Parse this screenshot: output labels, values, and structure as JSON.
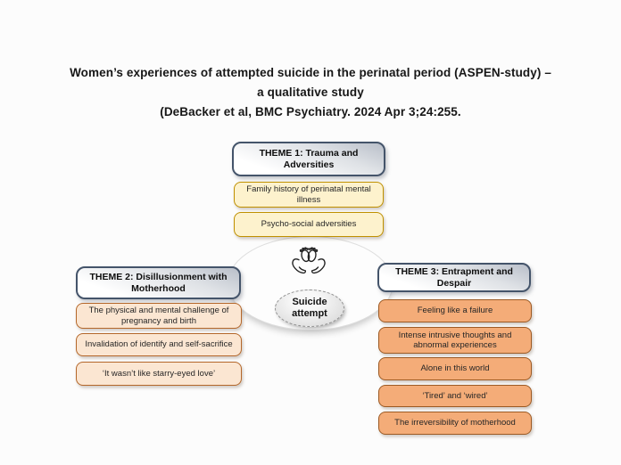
{
  "title": {
    "line1": "Women’s experiences of attempted suicide in the perinatal period (ASPEN-study) –",
    "line2": "a qualitative study",
    "line3": "(DeBacker et al, BMC Psychiatry. 2024 Apr 3;24:255."
  },
  "diagram": {
    "center": {
      "icon": "hands-holding-baby-feet-icon",
      "label_line1": "Suicide",
      "label_line2": "attempt"
    },
    "themes": [
      {
        "header": "THEME 1: Trauma and Adversities",
        "position": "top",
        "subthemes": [
          "Family history of perinatal mental illness",
          "Psycho-social adversities"
        ]
      },
      {
        "header": "THEME 2: Disillusionment with Motherhood",
        "position": "left",
        "subthemes": [
          "The physical and mental challenge of pregnancy and birth",
          "Invalidation of identify and self-sacrifice",
          "‘It wasn’t like starry-eyed love’"
        ]
      },
      {
        "header": "THEME 3: Entrapment and Despair",
        "position": "right",
        "subthemes": [
          "Feeling like a failure",
          "Intense intrusive thoughts and abnormal experiences",
          "Alone in this world",
          "‘Tired’ and ‘wired’",
          "The irreversibility of motherhood"
        ]
      }
    ],
    "colors": {
      "header_border": "#44546A",
      "header_fill_top": "#B9BFC9",
      "yellow_fill": "#FDF2CD",
      "yellow_border": "#BF9000",
      "peach_fill": "#FBE6D2",
      "peach_border": "#B4672A",
      "orange_fill": "#F4AC78",
      "orange_border": "#9C5A24"
    }
  }
}
